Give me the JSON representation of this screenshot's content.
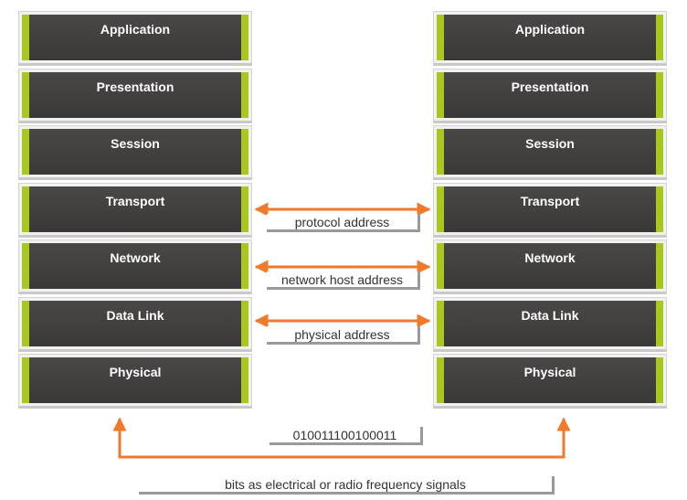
{
  "layers": [
    "Application",
    "Presentation",
    "Session",
    "Transport",
    "Network",
    "Data Link",
    "Physical"
  ],
  "connections": {
    "transport": "protocol address",
    "network": "network host address",
    "data_link": "physical address"
  },
  "physical": {
    "bits": "010011100100011",
    "caption": "bits as electrical or radio frequency signals"
  },
  "colors": {
    "layer_fill": "#403d3d",
    "layer_accent": "#a8c820",
    "arrow": "#f07a2a"
  }
}
